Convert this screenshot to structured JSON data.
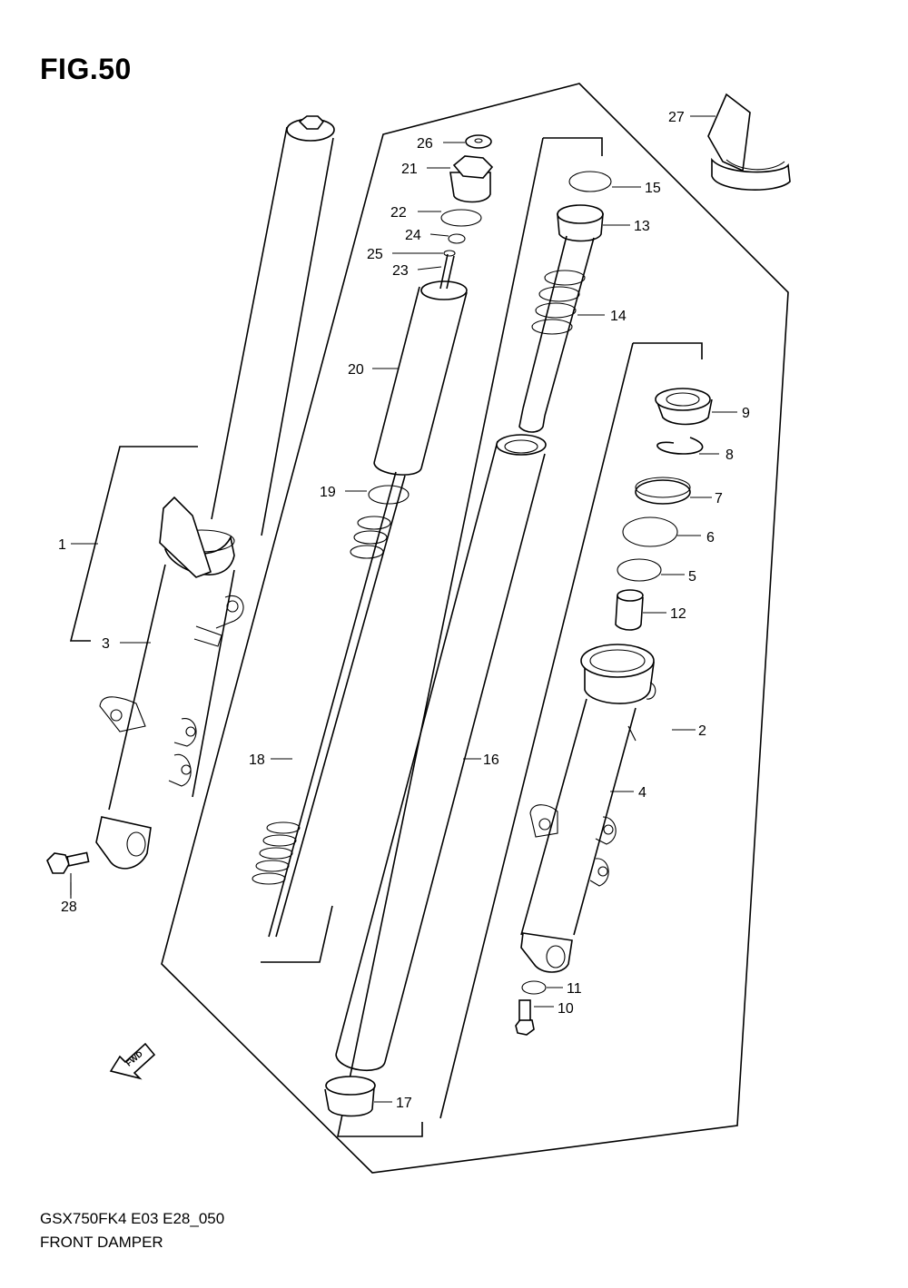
{
  "figure": {
    "title": "FIG.50",
    "model_code": "GSX750FK4 E03 E28_050",
    "caption": "FRONT DAMPER",
    "fwd_label": "FWD"
  },
  "callouts": [
    "1",
    "2",
    "3",
    "4",
    "5",
    "6",
    "7",
    "8",
    "9",
    "10",
    "11",
    "12",
    "13",
    "14",
    "15",
    "16",
    "17",
    "18",
    "19",
    "20",
    "21",
    "22",
    "23",
    "24",
    "25",
    "26",
    "27",
    "28"
  ]
}
